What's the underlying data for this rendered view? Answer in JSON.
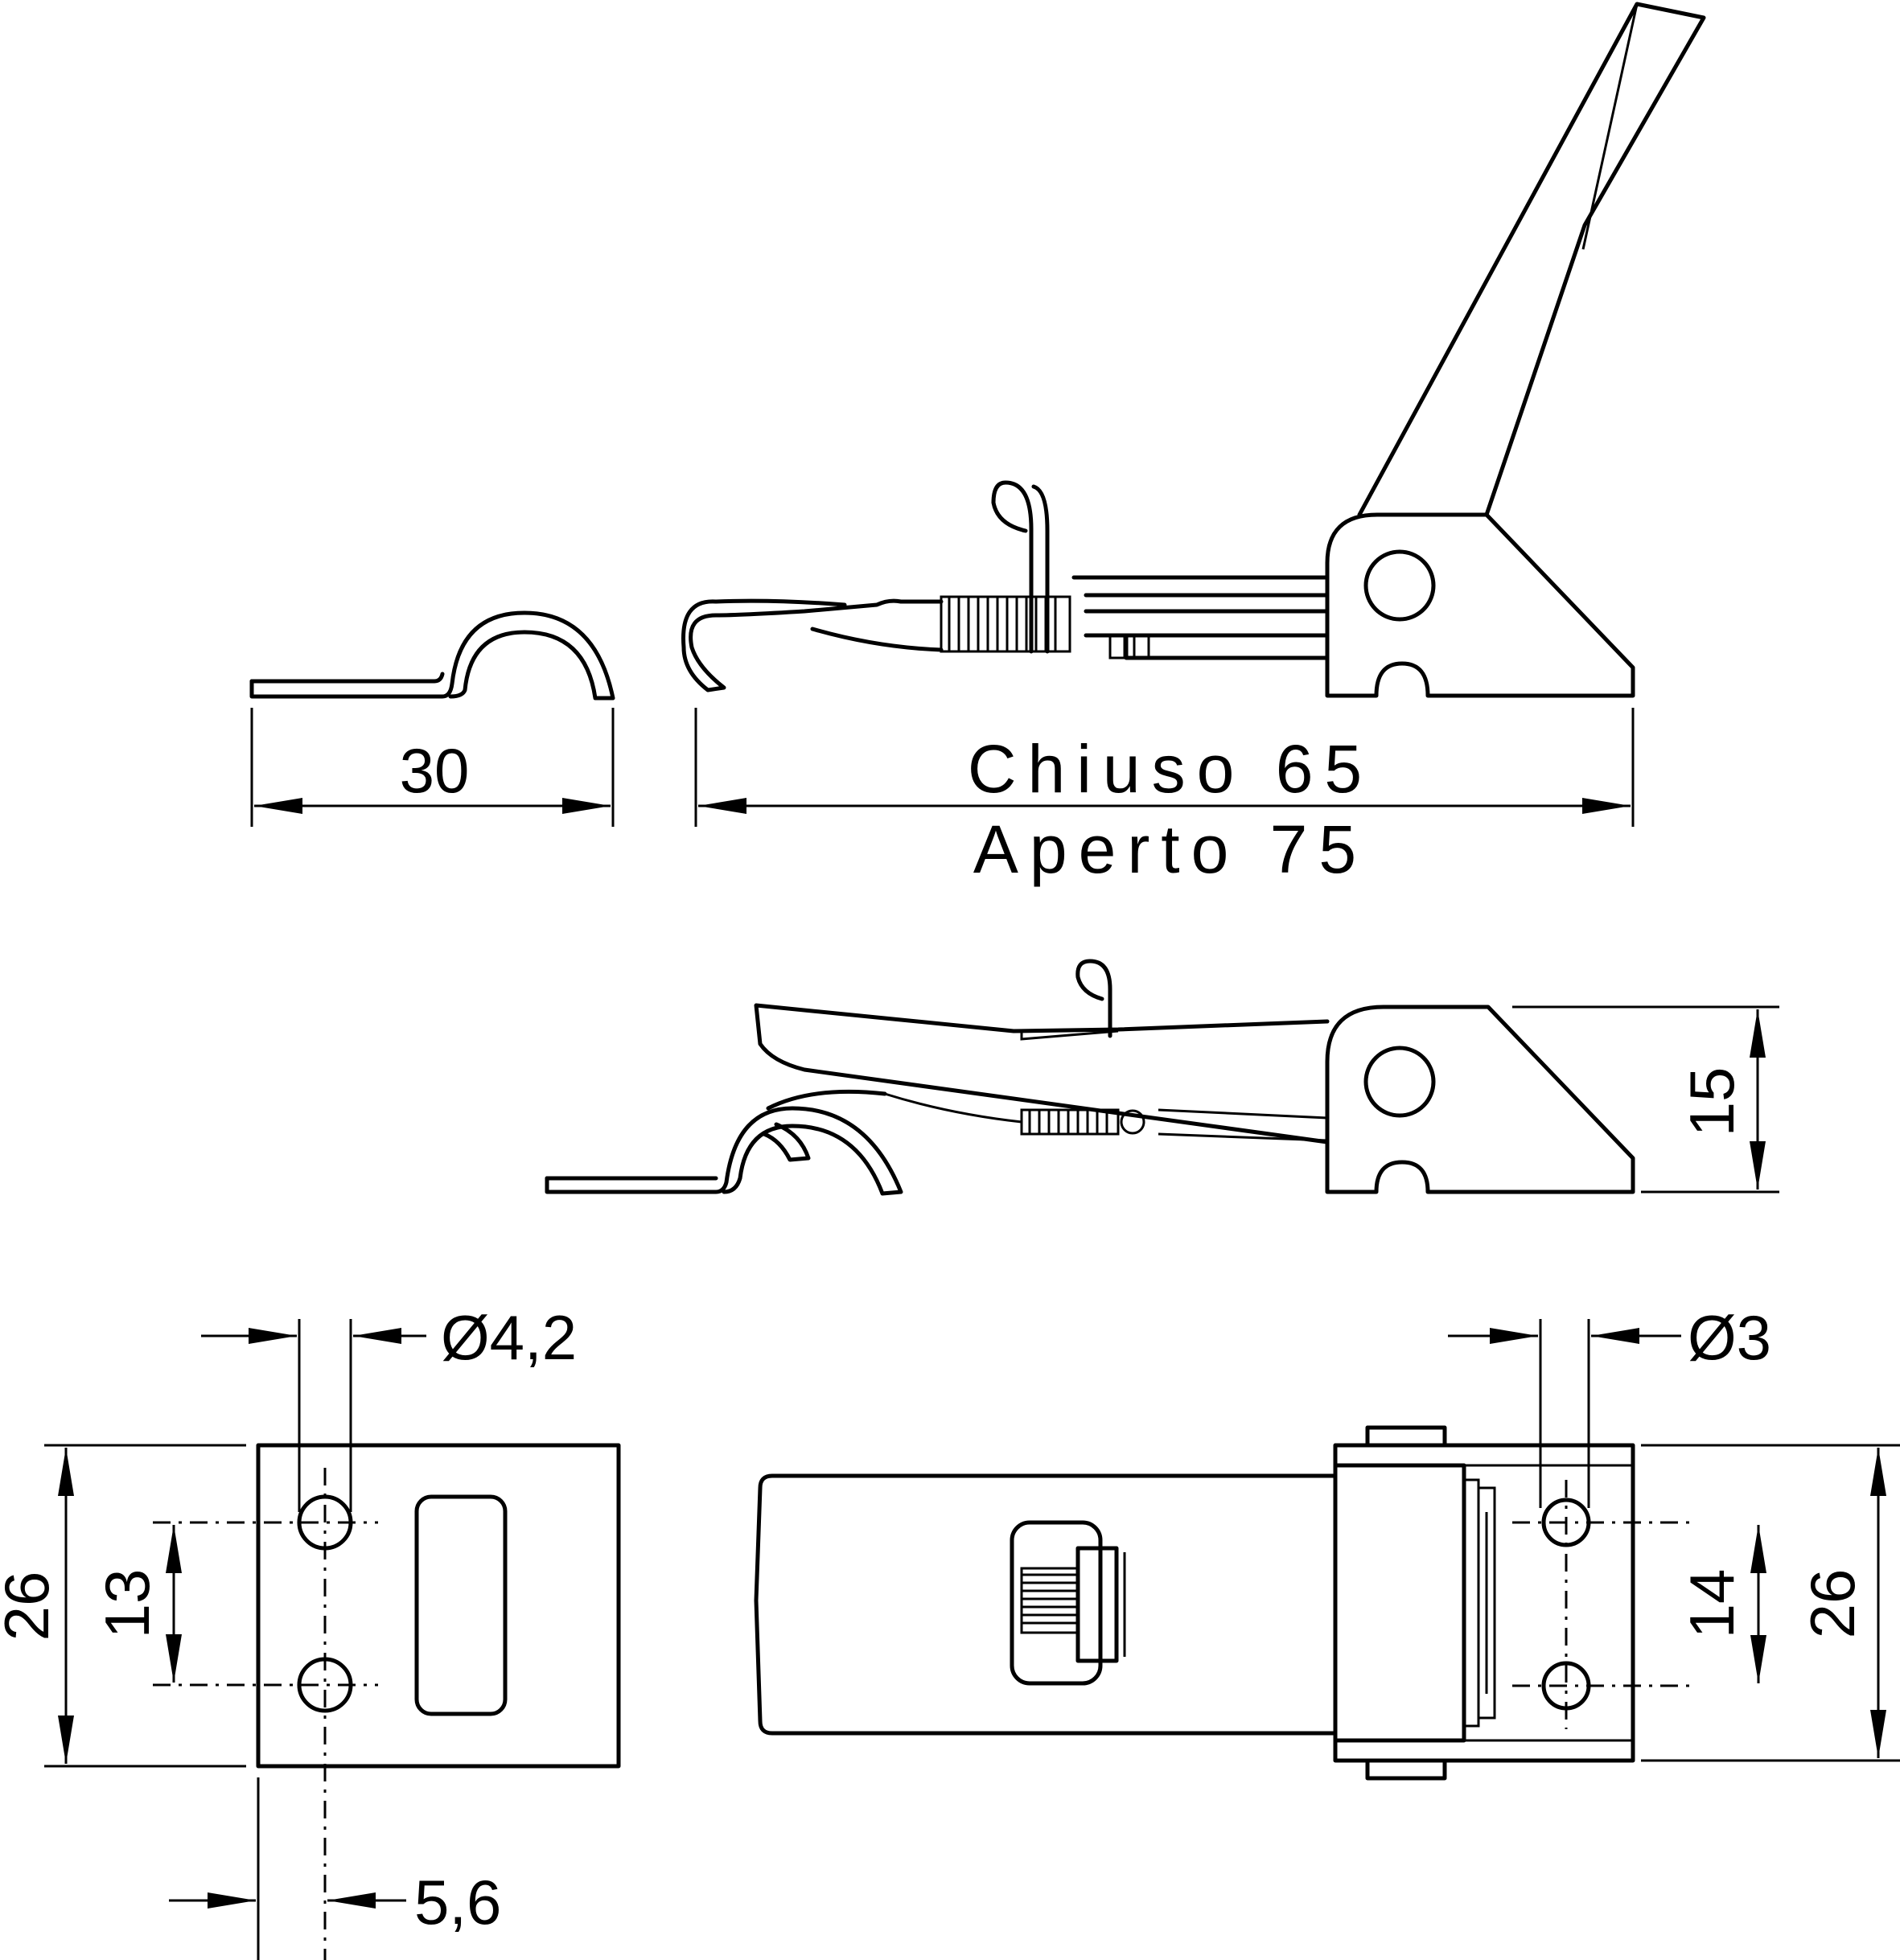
{
  "dimensions": {
    "catch_width": "30",
    "length_closed": "Chiuso 65",
    "length_open": "Aperto 75",
    "height": "15",
    "catch_hole_diameter": "Ø4,2",
    "catch_height": "26",
    "catch_hole_spacing": "13",
    "catch_hole_offset": "5,6",
    "base_hole_diameter": "Ø3",
    "base_hole_spacing": "14",
    "base_height": "26"
  }
}
